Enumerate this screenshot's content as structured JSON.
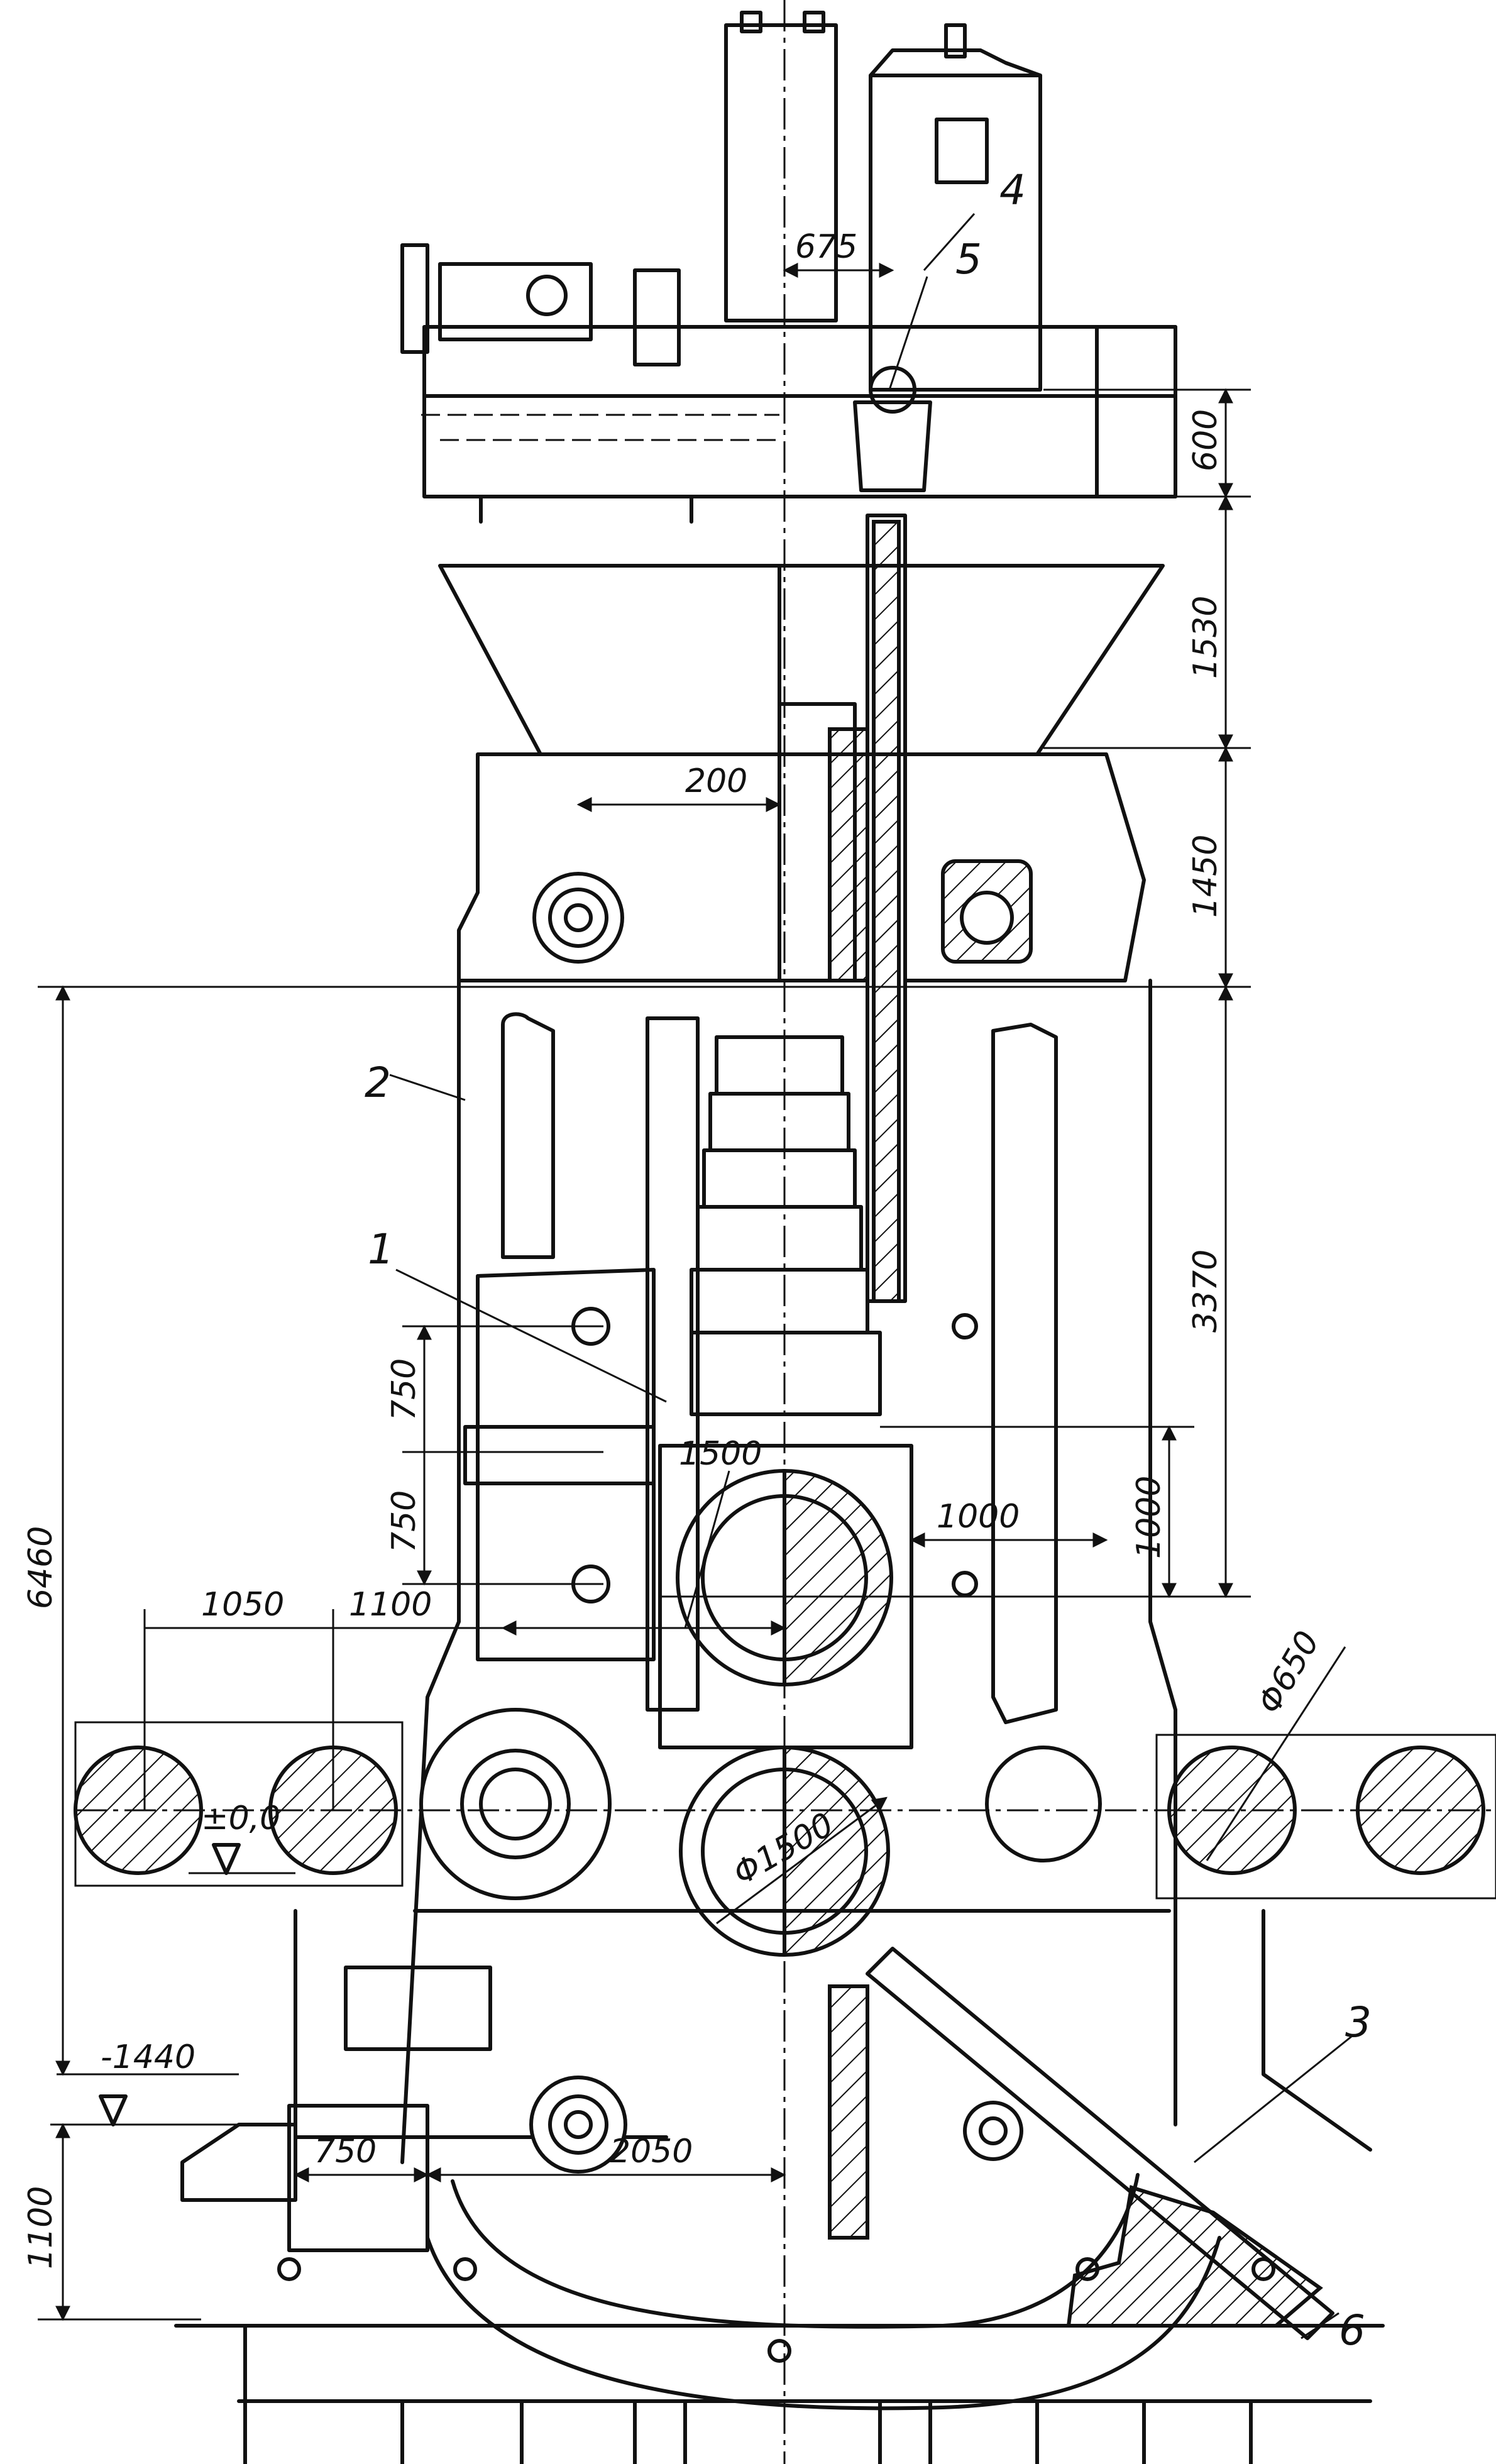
{
  "diagram": {
    "callouts": [
      "1",
      "2",
      "3",
      "4",
      "5",
      "6"
    ],
    "dimensions": {
      "d675": "675",
      "d600": "600",
      "d1530": "1530",
      "d200": "200",
      "d1450": "1450",
      "d3370": "3370",
      "d6460": "6460",
      "d750a": "750",
      "d750b": "750",
      "d1500": "1500",
      "d1000h": "1000",
      "d1000v": "1000",
      "d1050": "1050",
      "d1100h": "1100",
      "d650": "Φ650",
      "d1500dia": "Φ1500",
      "level0": "±0,0",
      "level1440": "-1440",
      "d750c": "750",
      "d2050": "2050",
      "d1100v": "1100"
    }
  }
}
